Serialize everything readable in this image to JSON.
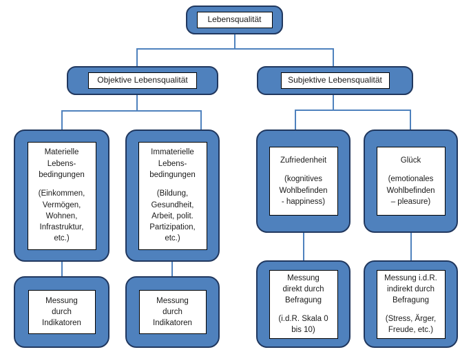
{
  "diagram": {
    "title": "Lebensqualität",
    "colors": {
      "node_fill": "#4F81BD",
      "node_border": "#20375E",
      "connector": "#4E81BD",
      "label_bg": "#FFFFFF",
      "label_border": "#000000",
      "text": "#1A1A1A",
      "background": "#FFFFFF"
    },
    "nodes": {
      "root": {
        "lines": [
          "Lebensqualität"
        ]
      },
      "objective": {
        "lines": [
          "Objektive Lebensqualität"
        ]
      },
      "subjective": {
        "lines": [
          "Subjektive Lebensqualität"
        ]
      },
      "material_conditions": {
        "lines": [
          "Materielle",
          "Lebens-",
          "bedingungen",
          "",
          "(Einkommen,",
          "Vermögen,",
          "Wohnen,",
          "Infrastruktur,",
          "etc.)"
        ]
      },
      "immaterial_conditions": {
        "lines": [
          "Immaterielle",
          "Lebens-",
          "bedingungen",
          "",
          "(Bildung,",
          "Gesundheit,",
          "Arbeit, polit.",
          "Partizipation,",
          "etc.)"
        ]
      },
      "satisfaction": {
        "lines": [
          "Zufriedenheit",
          "",
          "(kognitives",
          "Wohlbefinden",
          "- happiness)"
        ]
      },
      "happiness": {
        "lines": [
          "Glück",
          "",
          "(emotionales",
          "Wohlbefinden",
          "– pleasure)"
        ]
      },
      "measurement_indicators_left": {
        "lines": [
          "Messung",
          "durch",
          "Indikatoren"
        ]
      },
      "measurement_indicators_right": {
        "lines": [
          "Messung",
          "durch",
          "Indikatoren"
        ]
      },
      "measurement_direct_survey": {
        "lines": [
          "Messung",
          "direkt durch",
          "Befragung",
          "",
          "(i.d.R. Skala 0",
          "bis 10)"
        ]
      },
      "measurement_indirect_survey": {
        "lines": [
          "Messung i.d.R.",
          "indirekt durch",
          "Befragung",
          "",
          "(Stress, Ärger,",
          "Freude, etc.)"
        ]
      }
    }
  }
}
